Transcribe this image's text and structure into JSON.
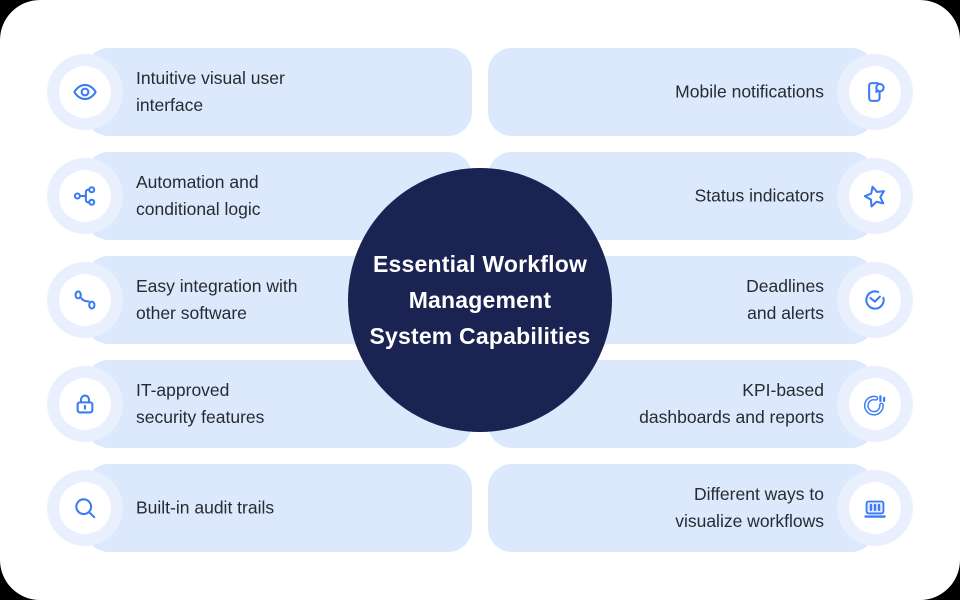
{
  "colors": {
    "outer_bg": "#000000",
    "page_bg": "#ffffff",
    "card_bg": "#dce8fb",
    "halo_bg": "#e9effd",
    "icon_circle_bg": "#ffffff",
    "icon_color": "#3c7bf6",
    "text_color": "#272b33",
    "center_bg": "#1a2351",
    "center_text": "#ffffff"
  },
  "center": {
    "title_lines": [
      "Essential Workflow",
      "Management",
      "System Capabilities"
    ]
  },
  "left_cards": [
    {
      "icon": "eye-icon",
      "lines": [
        "Intuitive visual user",
        "interface"
      ]
    },
    {
      "icon": "share-nodes-icon",
      "lines": [
        "Automation and",
        "conditional logic"
      ]
    },
    {
      "icon": "integration-icon",
      "lines": [
        "Easy integration with",
        "other software"
      ]
    },
    {
      "icon": "lock-icon",
      "lines": [
        "IT-approved",
        "security features"
      ]
    },
    {
      "icon": "magnifier-icon",
      "lines": [
        "Built-in audit trails"
      ]
    }
  ],
  "right_cards": [
    {
      "icon": "mobile-notification-icon",
      "lines": [
        "Mobile notifications"
      ]
    },
    {
      "icon": "star-icon",
      "lines": [
        "Status indicators"
      ]
    },
    {
      "icon": "clock-check-icon",
      "lines": [
        "Deadlines",
        "and alerts"
      ]
    },
    {
      "icon": "kpi-gauge-icon",
      "lines": [
        "KPI-based",
        "dashboards and reports"
      ]
    },
    {
      "icon": "workflow-board-icon",
      "lines": [
        "Different ways to",
        "visualize workflows"
      ]
    }
  ]
}
